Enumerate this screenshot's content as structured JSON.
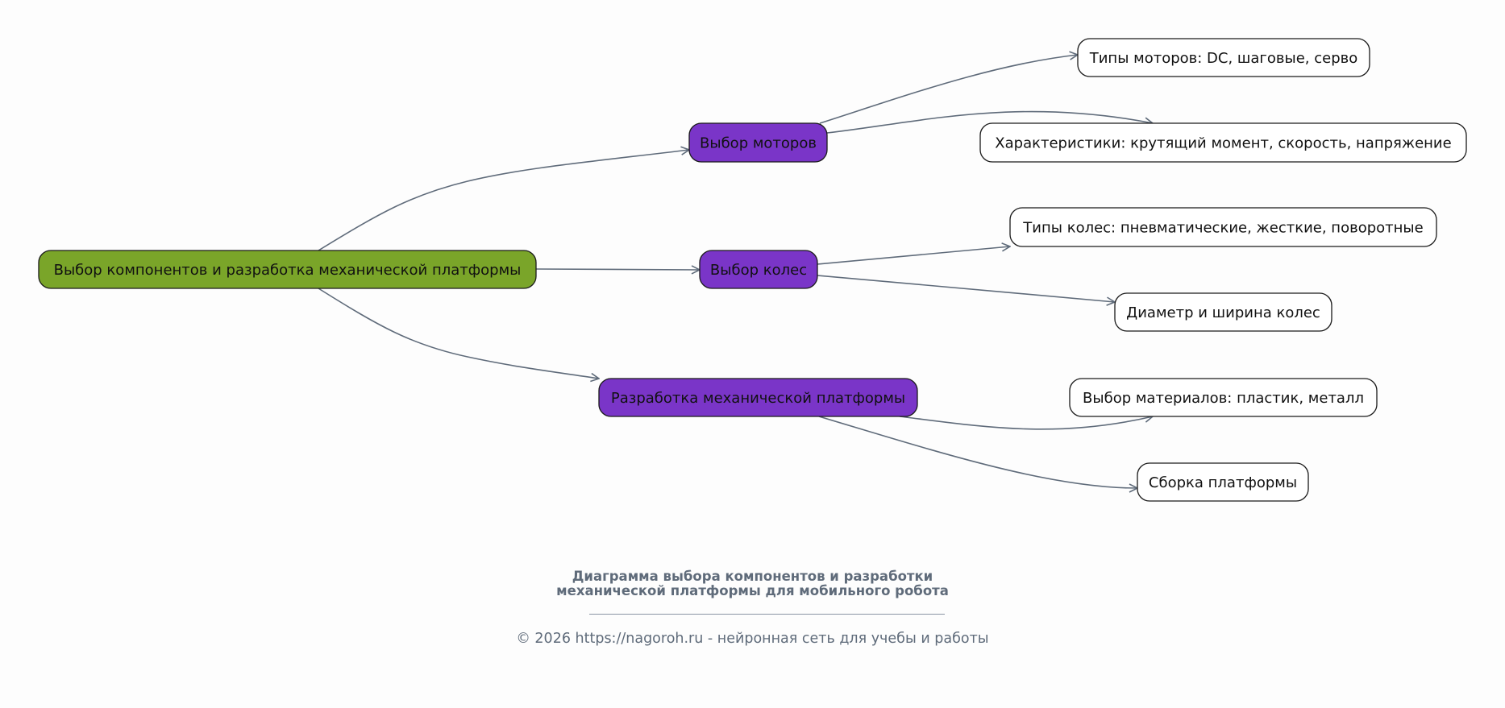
{
  "diagram": {
    "colors": {
      "root": "#7aa529",
      "category": "#7a35c8",
      "leaf": "#ffffff",
      "edge": "#5f6b7a",
      "border": "#1a1a1a"
    },
    "nodes": [
      {
        "id": "root",
        "role": "root",
        "label": "Выбор компонентов и разработка механической платформы"
      },
      {
        "id": "motors",
        "role": "category",
        "label": "Выбор моторов"
      },
      {
        "id": "wheels",
        "role": "category",
        "label": "Выбор колес"
      },
      {
        "id": "platform",
        "role": "category",
        "label": "Разработка механической платформы"
      },
      {
        "id": "motor-types",
        "role": "leaf",
        "label": "Типы моторов: DC, шаговые, серво"
      },
      {
        "id": "motor-specs",
        "role": "leaf",
        "label": "Характеристики: крутящий момент, скорость, напряжение"
      },
      {
        "id": "wheel-types",
        "role": "leaf",
        "label": "Типы колес: пневматические, жесткие, поворотные"
      },
      {
        "id": "wheel-size",
        "role": "leaf",
        "label": "Диаметр и ширина колес"
      },
      {
        "id": "materials",
        "role": "leaf",
        "label": "Выбор материалов: пластик, металл"
      },
      {
        "id": "assembly",
        "role": "leaf",
        "label": "Сборка платформы"
      }
    ],
    "edges": [
      {
        "from": "root",
        "to": "motors"
      },
      {
        "from": "root",
        "to": "wheels"
      },
      {
        "from": "root",
        "to": "platform"
      },
      {
        "from": "motors",
        "to": "motor-types"
      },
      {
        "from": "motors",
        "to": "motor-specs"
      },
      {
        "from": "wheels",
        "to": "wheel-types"
      },
      {
        "from": "wheels",
        "to": "wheel-size"
      },
      {
        "from": "platform",
        "to": "materials"
      },
      {
        "from": "platform",
        "to": "assembly"
      }
    ]
  },
  "caption": {
    "title_line1": "Диаграмма выбора компонентов и разработки",
    "title_line2": "механической платформы для мобильного робота",
    "footer": "© 2026 https://nagoroh.ru - нейронная сеть для учебы и работы"
  }
}
